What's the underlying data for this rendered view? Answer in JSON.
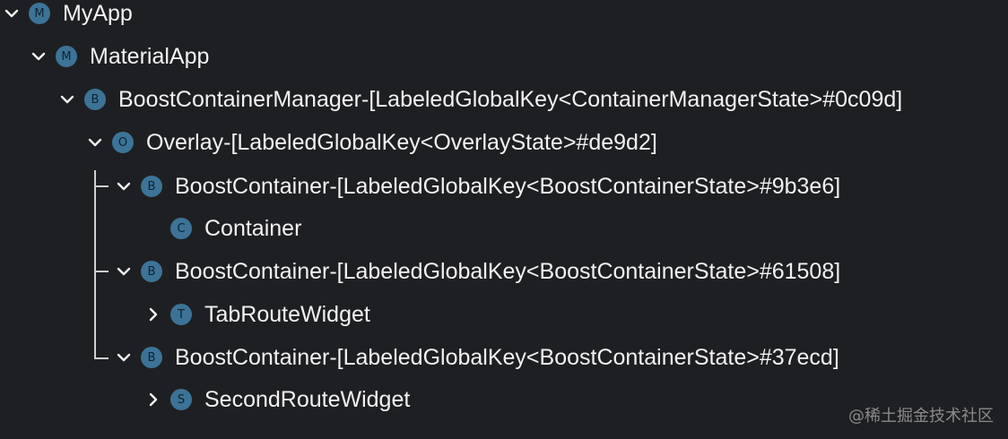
{
  "tree": {
    "nodes": [
      {
        "label": "MyApp",
        "badge": "M",
        "expanded": true,
        "icon": "chevron-down-icon"
      },
      {
        "label": "MaterialApp",
        "badge": "M",
        "expanded": true,
        "icon": "chevron-down-icon"
      },
      {
        "label": "BoostContainerManager-[LabeledGlobalKey<ContainerManagerState>#0c09d]",
        "badge": "B",
        "expanded": true,
        "icon": "chevron-down-icon"
      },
      {
        "label": "Overlay-[LabeledGlobalKey<OverlayState>#de9d2]",
        "badge": "O",
        "expanded": true,
        "icon": "chevron-down-icon"
      },
      {
        "label": "BoostContainer-[LabeledGlobalKey<BoostContainerState>#9b3e6]",
        "badge": "B",
        "expanded": true,
        "icon": "chevron-down-icon"
      },
      {
        "label": "Container",
        "badge": "C",
        "expanded": null,
        "icon": ""
      },
      {
        "label": "BoostContainer-[LabeledGlobalKey<BoostContainerState>#61508]",
        "badge": "B",
        "expanded": true,
        "icon": "chevron-down-icon"
      },
      {
        "label": "TabRouteWidget",
        "badge": "T",
        "expanded": false,
        "icon": "chevron-right-icon"
      },
      {
        "label": "BoostContainer-[LabeledGlobalKey<BoostContainerState>#37ecd]",
        "badge": "B",
        "expanded": true,
        "icon": "chevron-down-icon"
      },
      {
        "label": "SecondRouteWidget",
        "badge": "S",
        "expanded": false,
        "icon": "chevron-right-icon"
      }
    ]
  },
  "watermark": "@稀土掘金技术社区",
  "colors": {
    "background": "#1e1f22",
    "text": "#f2f2f2",
    "badge": "#3c7396",
    "guide": "#cfcfcf"
  }
}
